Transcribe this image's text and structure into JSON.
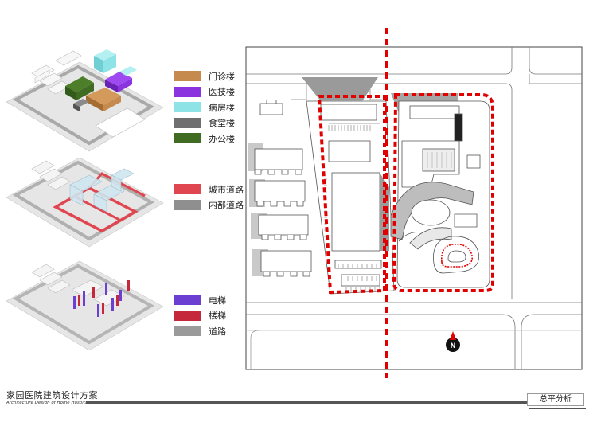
{
  "legend_groups": [
    {
      "items": [
        {
          "label": "门诊楼",
          "color": "#c48a4e"
        },
        {
          "label": "医技楼",
          "color": "#8a34e0"
        },
        {
          "label": "病房楼",
          "color": "#8ee3e6"
        },
        {
          "label": "食堂楼",
          "color": "#6f6f6f"
        },
        {
          "label": "办公楼",
          "color": "#3f6b22"
        }
      ]
    },
    {
      "items": [
        {
          "label": "城市道路",
          "color": "#e0464f"
        },
        {
          "label": "内部道路",
          "color": "#8f8f8f"
        }
      ]
    },
    {
      "items": [
        {
          "label": "电梯",
          "color": "#6a3fd1"
        },
        {
          "label": "楼梯",
          "color": "#c4283a"
        },
        {
          "label": "道路",
          "color": "#9a9a9a"
        }
      ]
    }
  ],
  "title": {
    "cn": "家园医院建筑设计方案",
    "en": "Architecture Design of Home Hospital"
  },
  "section_label": "总平分析",
  "north_label": "N",
  "colors": {
    "boundary_red": "#e00000",
    "road_gray": "#d9d9d9",
    "bar_dark": "#555555"
  }
}
